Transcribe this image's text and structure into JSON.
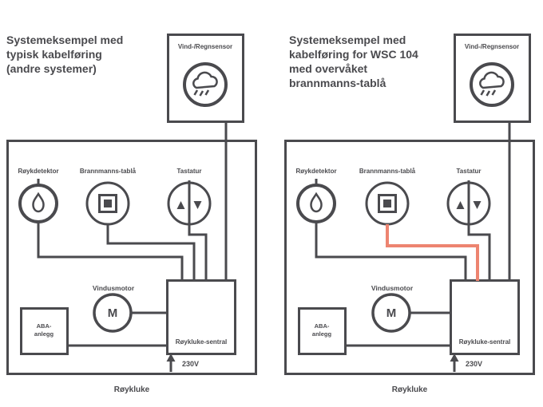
{
  "colors": {
    "line": "#4a4a4e",
    "text": "#4a4a4e",
    "red_cable": "#ed8470",
    "background": "#ffffff"
  },
  "left": {
    "title_lines": [
      "Systemeksempel med",
      "typisk kabelføring",
      "(andre systemer)"
    ],
    "sensor": {
      "label": "Vind-/Regnsensor"
    },
    "components": [
      {
        "label": "Røykdetektor"
      },
      {
        "label": "Brannmanns-tablå"
      },
      {
        "label": "Tastatur"
      }
    ],
    "motor": {
      "label": "Vindusmotor",
      "letter": "M"
    },
    "power_box": {
      "line1": "ABA-",
      "line2": "anlegg"
    },
    "control_box": {
      "label": "Røykluke-sentral"
    },
    "power": {
      "label": "230V"
    },
    "caption": "Røykluke"
  },
  "right": {
    "title_lines": [
      "Systemeksempel med",
      "kabelføring for WSC 104",
      "med overvåket",
      "brannmanns-tablå"
    ],
    "sensor": {
      "label": "Vind-/Regnsensor"
    },
    "components": [
      {
        "label": "Røykdetektor"
      },
      {
        "label": "Brannmanns-tablå"
      },
      {
        "label": "Tastatur"
      }
    ],
    "motor": {
      "label": "Vindusmotor",
      "letter": "M"
    },
    "power_box": {
      "line1": "ABA-",
      "line2": "anlegg"
    },
    "control_box": {
      "label": "Røykluke-sentral"
    },
    "power": {
      "label": "230V"
    },
    "caption": "Røykluke"
  }
}
